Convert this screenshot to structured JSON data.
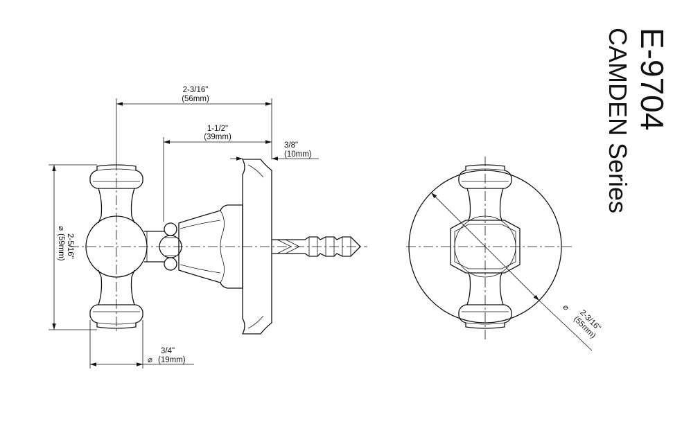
{
  "title": {
    "model": "E-9704",
    "series": "CAMDEN Series"
  },
  "dimensions": {
    "overall_depth": {
      "imperial": "2-3/16\"",
      "metric": "(56mm)"
    },
    "knob_projection": {
      "imperial": "1-1/2\"",
      "metric": "(39mm)"
    },
    "rosette_thickness": {
      "imperial": "3/8\"",
      "metric": "(10mm)"
    },
    "knob_height": {
      "symbol": "⌀",
      "imperial": "2-5/16\"",
      "metric": "(59mm)"
    },
    "cap_diameter": {
      "symbol": "⌀",
      "imperial": "3/4\"",
      "metric": "(19mm)"
    },
    "rosette_diameter": {
      "symbol": "⌀",
      "imperial": "2-3/16\"",
      "metric": "(55mm)"
    }
  }
}
